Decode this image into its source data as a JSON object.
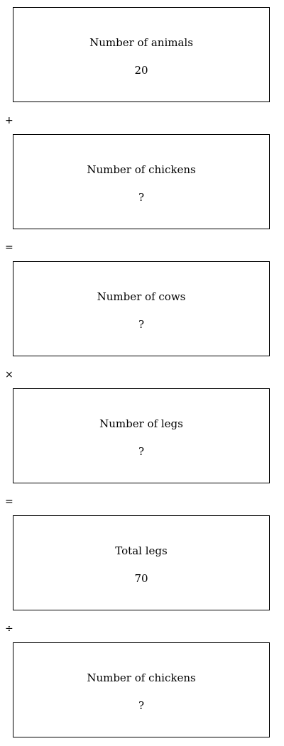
{
  "boxes": [
    {
      "label": "Number of animals",
      "value": "20"
    },
    {
      "label": "Number of chickens",
      "value": "?"
    },
    {
      "label": "Number of cows",
      "value": "?"
    },
    {
      "label": "Number of legs",
      "value": "?"
    },
    {
      "label": "Total legs",
      "value": "70"
    },
    {
      "label": "Number of chickens",
      "value": "?"
    }
  ],
  "operators": [
    "+",
    "=",
    "×",
    "=",
    "÷"
  ]
}
